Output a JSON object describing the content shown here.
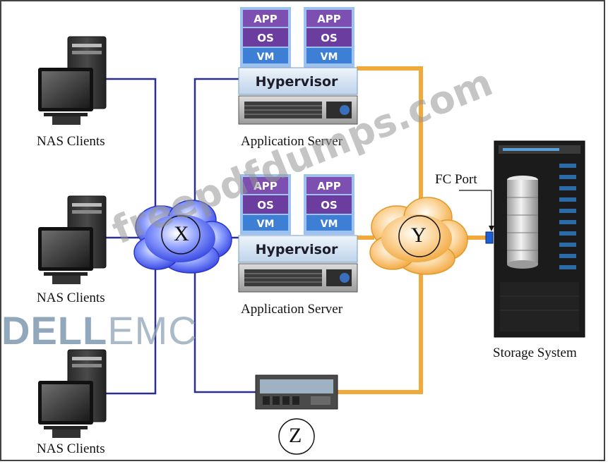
{
  "labels": {
    "nas_clients_top": "NAS Clients",
    "nas_clients_mid": "NAS Clients",
    "nas_clients_bottom": "NAS Clients",
    "app_server_top": "Application Server",
    "app_server_bottom": "Application Server",
    "storage_system": "Storage System",
    "fc_port": "FC Port",
    "cloud_x": "X",
    "cloud_y": "Y",
    "device_z": "Z"
  },
  "vm_stack": {
    "app": "APP",
    "os": "OS",
    "vm": "VM",
    "hypervisor": "Hypervisor"
  },
  "watermarks": {
    "site": "freepdfdumps.com",
    "brand_a": "DELL",
    "brand_b": "EMC"
  },
  "colors": {
    "ip_link": "#2b2f8f",
    "fc_link": "#f2a93b",
    "cloud_x": "#5a6ff0",
    "cloud_y": "#f6b85a",
    "vm_purple": "#7d4fb0",
    "vm_blue": "#3d7fd4",
    "hypervisor": "#d6e4f3"
  }
}
